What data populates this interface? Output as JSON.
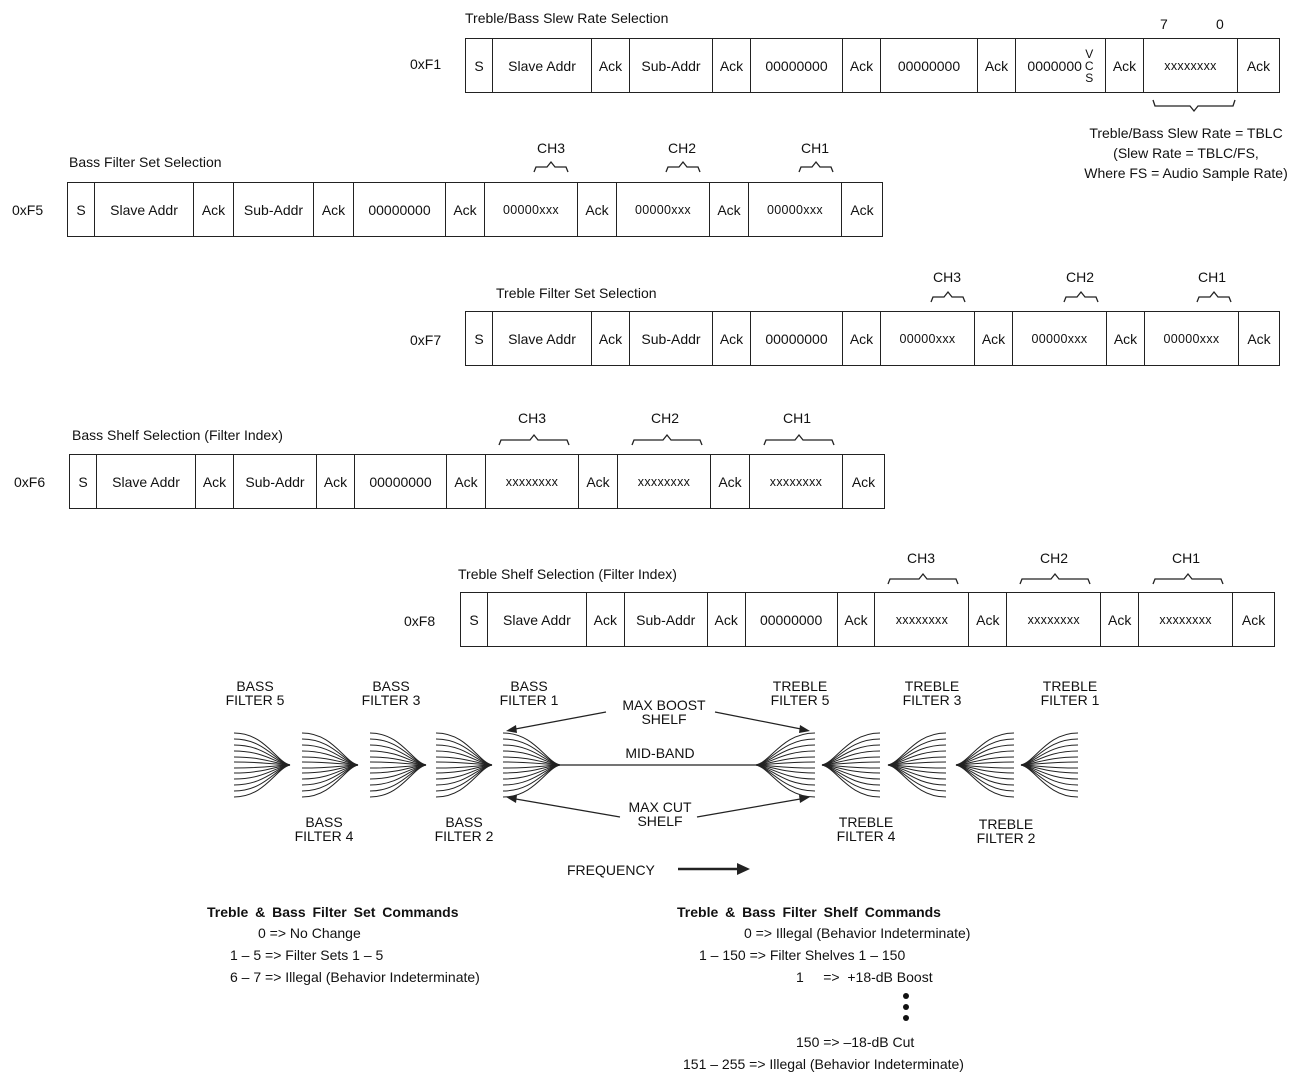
{
  "registers": {
    "f1": {
      "title": "Treble/Bass Slew Rate Selection",
      "addr": "0xF1",
      "cells": [
        "S",
        "Slave Addr",
        "Ack",
        "Sub-Addr",
        "Ack",
        "00000000",
        "Ack",
        "00000000",
        "Ack",
        "0000000",
        "Ack",
        "xxxxxxxx",
        "Ack"
      ],
      "vcs": [
        "V",
        "C",
        "S"
      ],
      "bit_hi": "7",
      "bit_lo": "0",
      "note": [
        "Treble/Bass Slew Rate = TBLC",
        "(Slew Rate = TBLC/FS,",
        "Where FS = Audio Sample Rate)"
      ]
    },
    "f5": {
      "title": "Bass Filter Set Selection",
      "addr": "0xF5",
      "cells": [
        "S",
        "Slave Addr",
        "Ack",
        "Sub-Addr",
        "Ack",
        "00000000",
        "Ack",
        "00000xxx",
        "Ack",
        "00000xxx",
        "Ack",
        "00000xxx",
        "Ack"
      ],
      "channels": [
        "CH3",
        "CH2",
        "CH1"
      ]
    },
    "f7": {
      "title": "Treble Filter Set Selection",
      "addr": "0xF7",
      "cells": [
        "S",
        "Slave Addr",
        "Ack",
        "Sub-Addr",
        "Ack",
        "00000000",
        "Ack",
        "00000xxx",
        "Ack",
        "00000xxx",
        "Ack",
        "00000xxx",
        "Ack"
      ],
      "channels": [
        "CH3",
        "CH2",
        "CH1"
      ]
    },
    "f6": {
      "title": "Bass Shelf Selection (Filter Index)",
      "addr": "0xF6",
      "cells": [
        "S",
        "Slave Addr",
        "Ack",
        "Sub-Addr",
        "Ack",
        "00000000",
        "Ack",
        "xxxxxxxx",
        "Ack",
        "xxxxxxxx",
        "Ack",
        "xxxxxxxx",
        "Ack"
      ],
      "channels": [
        "CH3",
        "CH2",
        "CH1"
      ]
    },
    "f8": {
      "title": "Treble Shelf Selection (Filter Index)",
      "addr": "0xF8",
      "cells": [
        "S",
        "Slave Addr",
        "Ack",
        "Sub-Addr",
        "Ack",
        "00000000",
        "Ack",
        "xxxxxxxx",
        "Ack",
        "xxxxxxxx",
        "Ack",
        "xxxxxxxx",
        "Ack"
      ],
      "channels": [
        "CH3",
        "CH2",
        "CH1"
      ]
    }
  },
  "filters": {
    "top": [
      [
        "BASS",
        "FILTER  5"
      ],
      [
        "BASS",
        "FILTER  3"
      ],
      [
        "BASS",
        "FILTER  1"
      ],
      [
        "TREBLE",
        "FILTER  5"
      ],
      [
        "TREBLE",
        "FILTER  3"
      ],
      [
        "TREBLE",
        "FILTER  1"
      ]
    ],
    "bottom": [
      [
        "BASS",
        "FILTER  4"
      ],
      [
        "BASS",
        "FILTER  2"
      ],
      [
        "TREBLE",
        "FILTER  4"
      ],
      [
        "TREBLE",
        "FILTER  2"
      ]
    ],
    "max_boost": [
      "MAX  BOOST",
      "SHELF"
    ],
    "mid_band": "MID-BAND",
    "max_cut": [
      "MAX  CUT",
      "SHELF"
    ],
    "frequency": "FREQUENCY"
  },
  "commands": {
    "set": {
      "title": "Treble  &  Bass  Filter  Set  Commands",
      "lines": [
        "0  =>  No Change",
        "1 – 5  =>  Filter Sets  1 – 5",
        "6 – 7  =>  Illegal  (Behavior  Indeterminate)"
      ]
    },
    "shelf": {
      "title": "Treble  &  Bass  Filter  Shelf  Commands",
      "lines": [
        "0  =>  Illegal  (Behavior  Indeterminate)",
        "1 – 150  =>  Filter Shelves  1 – 150",
        "1     =>  +18-dB Boost",
        "150  =>  –18-dB Cut",
        "151 – 255  =>  Illegal  (Behavior  Indeterminate)"
      ]
    }
  }
}
